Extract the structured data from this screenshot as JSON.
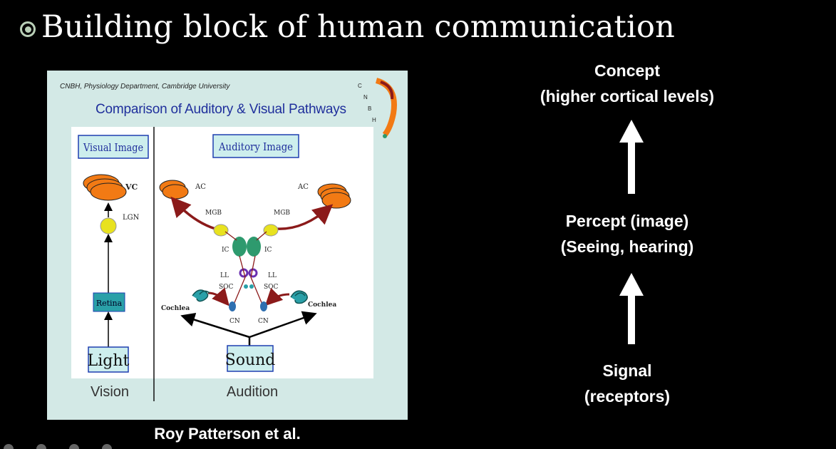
{
  "slide": {
    "title": "Building block of human communication"
  },
  "figure": {
    "header_credit": "CNBH, Physiology Department, Cambridge University",
    "heading": "Comparison of Auditory & Visual Pathways",
    "logo_letters": [
      "C",
      "N",
      "B",
      "H"
    ],
    "visual": {
      "image_box": "Visual Image",
      "vc": "VC",
      "lgn": "LGN",
      "retina": "Retina",
      "light": "Light",
      "caption": "Vision"
    },
    "auditory": {
      "image_box": "Auditory Image",
      "ac_left": "AC",
      "ac_right": "AC",
      "mgb_left": "MGB",
      "mgb_right": "MGB",
      "ic_left": "IC",
      "ic_right": "IC",
      "ll_left": "LL",
      "ll_right": "LL",
      "soc_left": "SOC",
      "soc_right": "SOC",
      "cochlea_left": "Cochlea",
      "cochlea_right": "Cochlea",
      "cn_left": "CN",
      "cn_right": "CN",
      "sound": "Sound",
      "caption": "Audition"
    },
    "credit": "Roy Patterson et al."
  },
  "hierarchy": {
    "concept": [
      "Concept",
      "(higher cortical levels)"
    ],
    "percept": [
      "Percept (image)",
      "(Seeing, hearing)"
    ],
    "signal": [
      "Signal",
      "(receptors)"
    ]
  },
  "colors": {
    "orange": "#f27a14",
    "yellow": "#e8e21f",
    "green": "#2e9a6e",
    "teal": "#2aa0a8",
    "maroon": "#8b1a1a",
    "box_border": "#1e3fb0",
    "heading_blue": "#1f2f9c"
  }
}
